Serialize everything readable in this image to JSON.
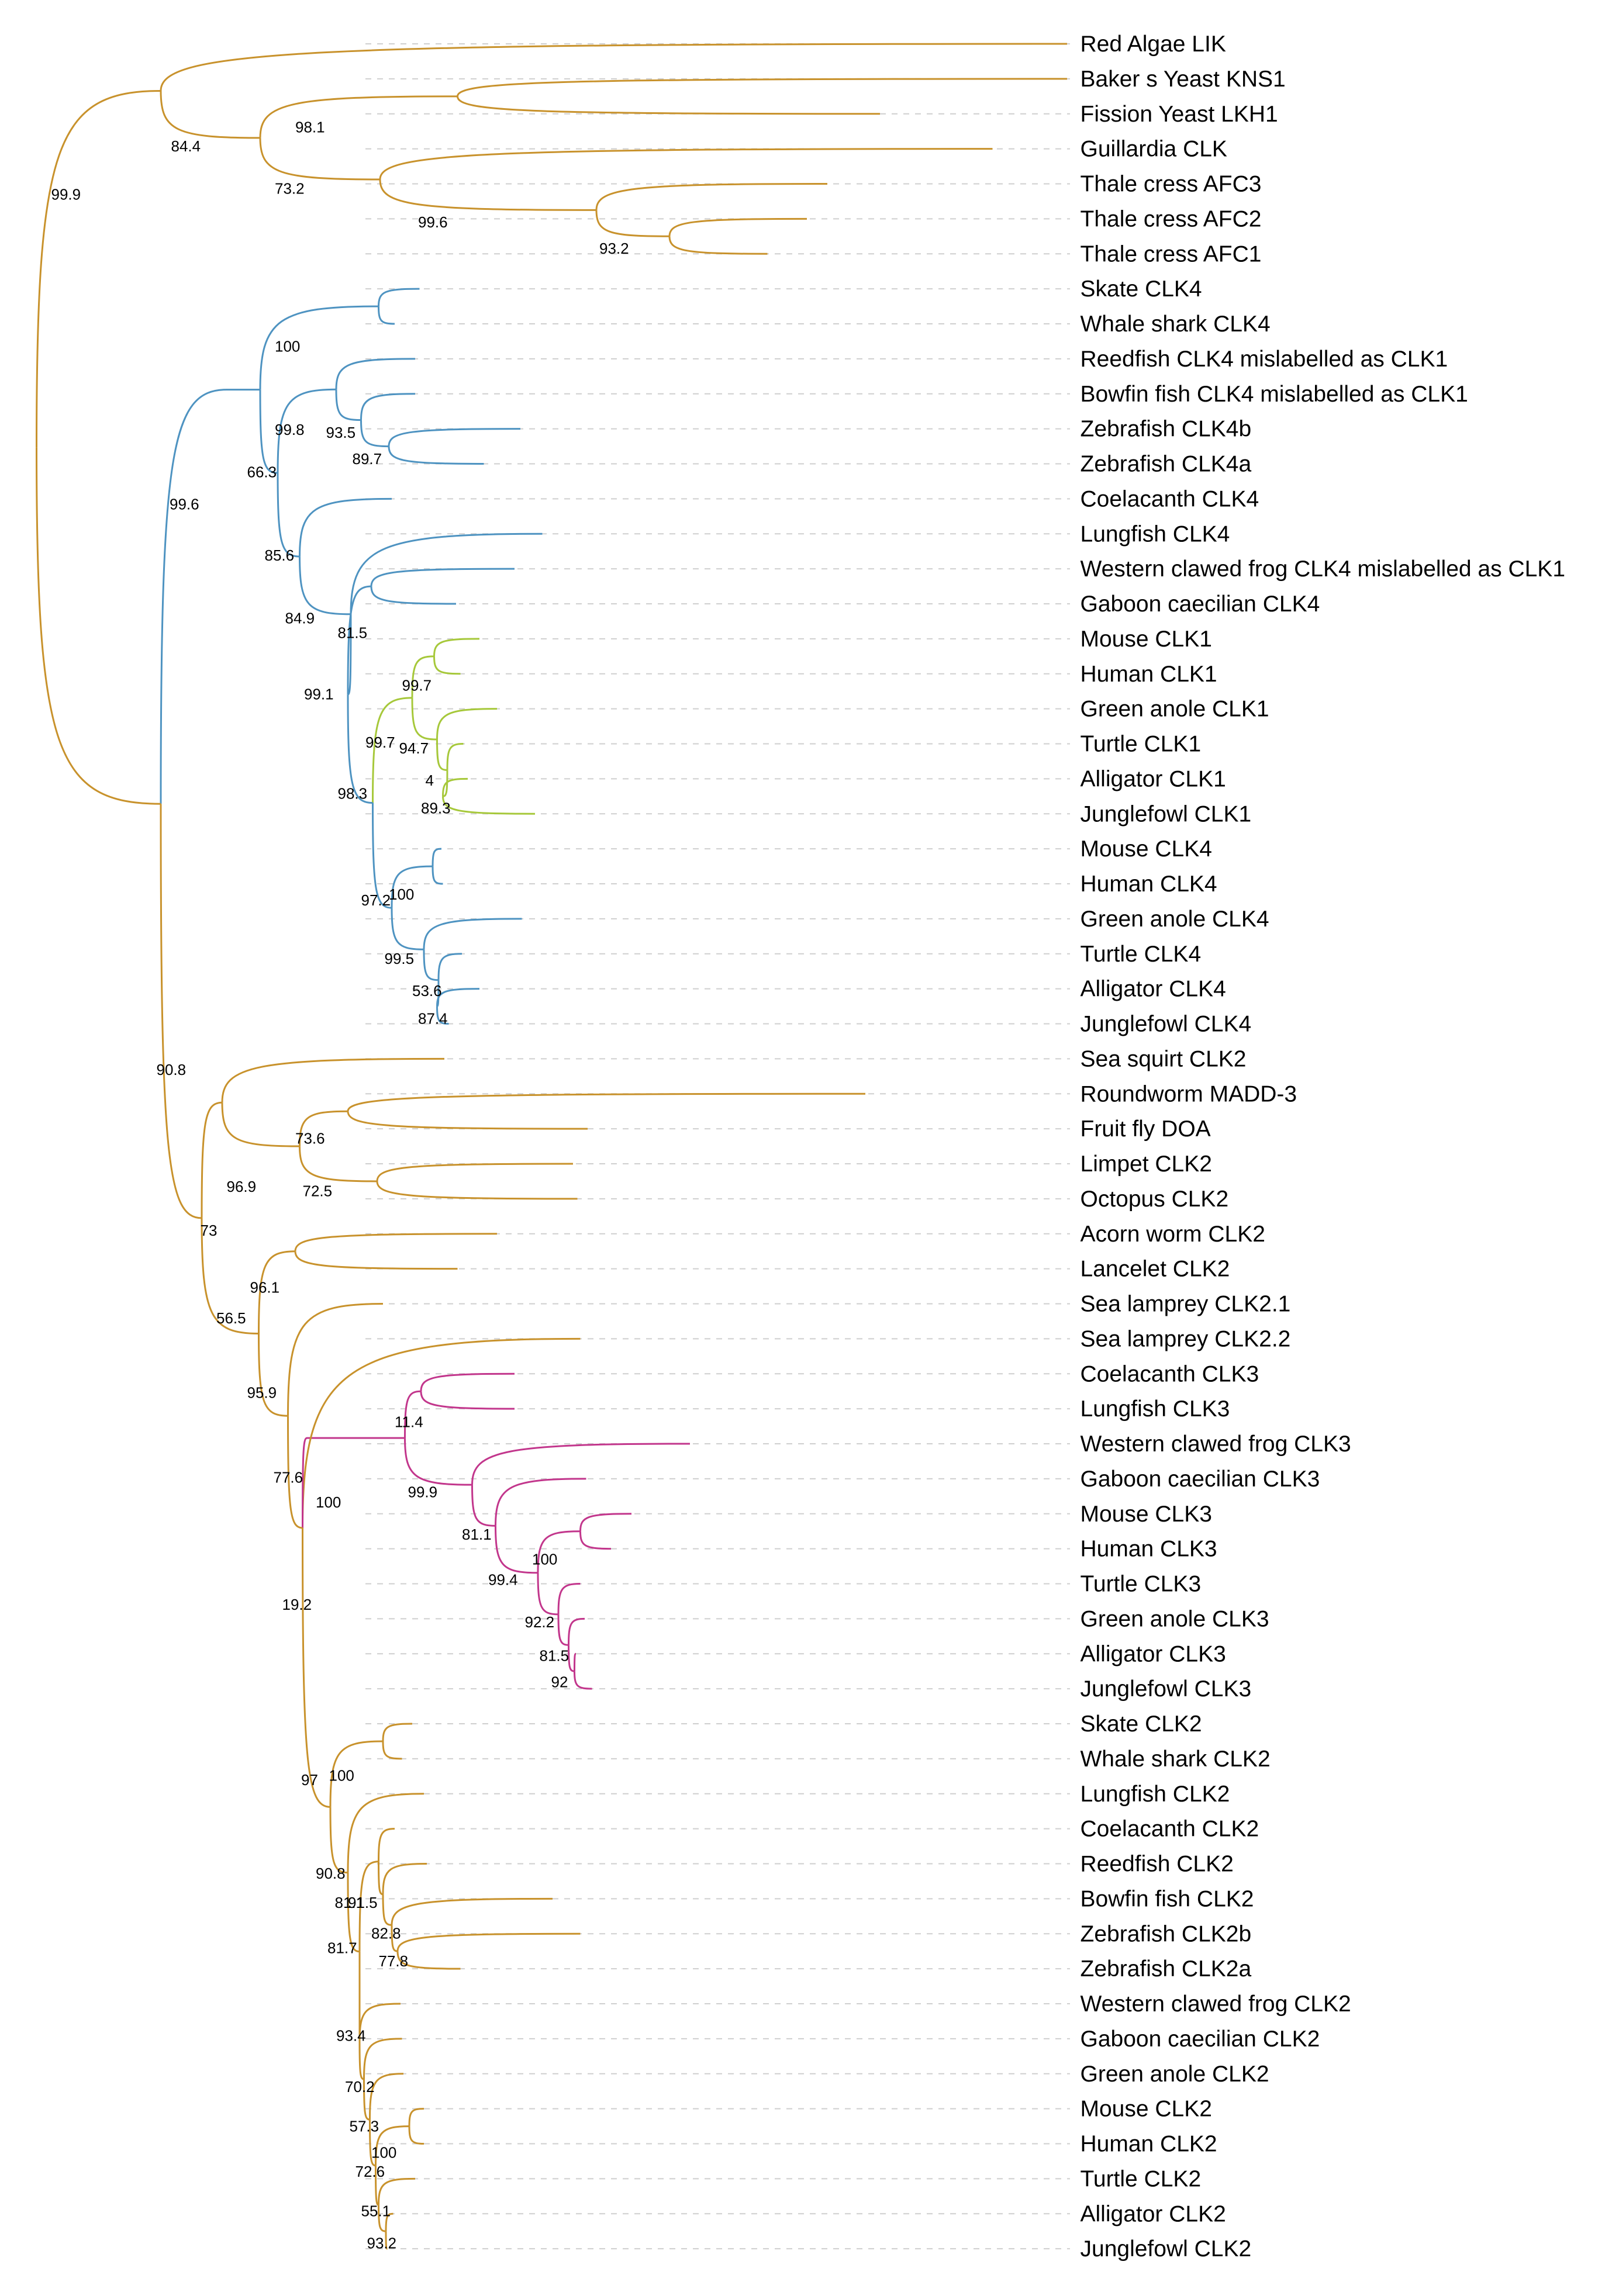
{
  "diagram": {
    "type": "circular-arc phylogenetic tree (rectangular layout with curved branches)",
    "clade_colors": {
      "outgroup_clk2": "#C8922C",
      "clk4": "#4E93C1",
      "clk1": "#A6C83A",
      "clk3": "#C2368C"
    }
  },
  "leaves": [
    "Red Algae LIK",
    "Baker s Yeast KNS1",
    "Fission Yeast LKH1",
    "Guillardia CLK",
    "Thale cress AFC3",
    "Thale cress AFC2",
    "Thale cress AFC1",
    "Skate CLK4",
    "Whale shark CLK4",
    "Reedfish CLK4 mislabelled as CLK1",
    "Bowfin fish CLK4 mislabelled as CLK1",
    "Zebrafish CLK4b",
    "Zebrafish CLK4a",
    "Coelacanth CLK4",
    "Lungfish CLK4",
    "Western clawed frog CLK4 mislabelled as CLK1",
    "Gaboon caecilian CLK4",
    "Mouse CLK1",
    "Human CLK1",
    "Green anole CLK1",
    "Turtle CLK1",
    "Alligator CLK1",
    "Junglefowl CLK1",
    "Mouse CLK4",
    "Human CLK4",
    "Green anole CLK4",
    "Turtle CLK4",
    "Alligator CLK4",
    "Junglefowl CLK4",
    "Sea squirt CLK2",
    "Roundworm MADD-3",
    "Fruit fly DOA",
    "Limpet CLK2",
    "Octopus CLK2",
    "Acorn worm CLK2",
    "Lancelet CLK2",
    "Sea lamprey CLK2.1",
    "Sea lamprey CLK2.2",
    "Coelacanth CLK3",
    "Lungfish CLK3",
    "Western clawed frog CLK3",
    "Gaboon caecilian CLK3",
    "Mouse CLK3",
    "Human CLK3",
    "Turtle CLK3",
    "Green anole CLK3",
    "Alligator CLK3",
    "Junglefowl CLK3",
    "Skate CLK2",
    "Whale shark CLK2",
    "Lungfish CLK2",
    "Coelacanth CLK2",
    "Reedfish CLK2",
    "Bowfin fish CLK2",
    "Zebrafish CLK2b",
    "Zebrafish CLK2a",
    "Western clawed frog CLK2",
    "Gaboon caecilian CLK2",
    "Green anole CLK2",
    "Mouse CLK2",
    "Human CLK2",
    "Turtle CLK2",
    "Alligator CLK2",
    "Junglefowl CLK2"
  ],
  "support_values": [
    "99.9",
    "84.4",
    "98.1",
    "73.2",
    "99.6",
    "93.2",
    "99.6",
    "100",
    "66.3",
    "99.8",
    "93.5",
    "89.7",
    "85.6",
    "84.9",
    "81.5",
    "99.1",
    "98.3",
    "99.7",
    "99.7",
    "94.7",
    "4",
    "89.3",
    "97.2",
    "100",
    "99.5",
    "53.6",
    "87.4",
    "90.8",
    "73",
    "96.9",
    "73.6",
    "72.5",
    "56.5",
    "96.1",
    "95.9",
    "77.6",
    "19.2",
    "100",
    "11.4",
    "99.9",
    "81.1",
    "99.4",
    "100",
    "92.2",
    "81.5",
    "92",
    "97",
    "100",
    "90.8",
    "81.1",
    "91.5",
    "81.7",
    "82.8",
    "77.8",
    "93.4",
    "70.2",
    "57.3",
    "100",
    "72.6",
    "55.1",
    "93.2"
  ]
}
